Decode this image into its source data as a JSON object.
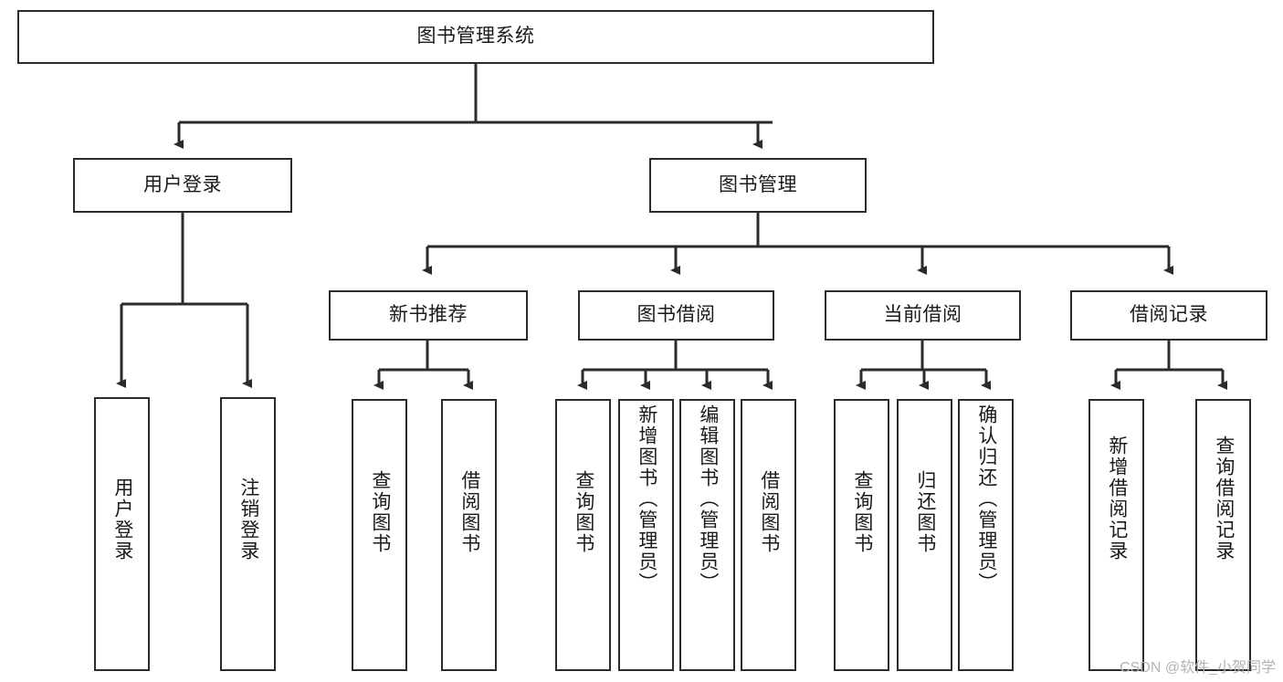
{
  "diagram": {
    "title": "图书管理系统",
    "type": "hierarchy-tree",
    "watermark": "CSDN @软件_小贺同学",
    "colors": {
      "stroke": "#2b2b2b",
      "fill": "#ffffff",
      "text": "#1a1a1a",
      "watermark": "#b3b3b3"
    },
    "nodes": {
      "root": {
        "label": "图书管理系统"
      },
      "level1": [
        {
          "id": "user-login",
          "label": "用户登录"
        },
        {
          "id": "book-manage",
          "label": "图书管理"
        }
      ],
      "level2": [
        {
          "id": "new-book-rec",
          "label": "新书推荐"
        },
        {
          "id": "book-borrow",
          "label": "图书借阅"
        },
        {
          "id": "current-borrow",
          "label": "当前借阅"
        },
        {
          "id": "borrow-record",
          "label": "借阅记录"
        }
      ],
      "leaves": {
        "user-login": [
          {
            "id": "leaf-user-login",
            "label": "用户登录"
          },
          {
            "id": "leaf-logout",
            "label": "注销登录"
          }
        ],
        "new-book-rec": [
          {
            "id": "leaf-query-book-1",
            "label": "查询图书"
          },
          {
            "id": "leaf-borrow-book-1",
            "label": "借阅图书"
          }
        ],
        "book-borrow": [
          {
            "id": "leaf-query-book-2",
            "label": "查询图书"
          },
          {
            "id": "leaf-add-book",
            "label": "新增图书（管理员）"
          },
          {
            "id": "leaf-edit-book",
            "label": "编辑图书（管理员）"
          },
          {
            "id": "leaf-borrow-book-2",
            "label": "借阅图书"
          }
        ],
        "current-borrow": [
          {
            "id": "leaf-query-book-3",
            "label": "查询图书"
          },
          {
            "id": "leaf-return-book",
            "label": "归还图书"
          },
          {
            "id": "leaf-confirm-return",
            "label": "确认归还（管理员）"
          }
        ],
        "borrow-record": [
          {
            "id": "leaf-add-record",
            "label": "新增借阅记录"
          },
          {
            "id": "leaf-query-record",
            "label": "查询借阅记录"
          }
        ]
      }
    }
  }
}
